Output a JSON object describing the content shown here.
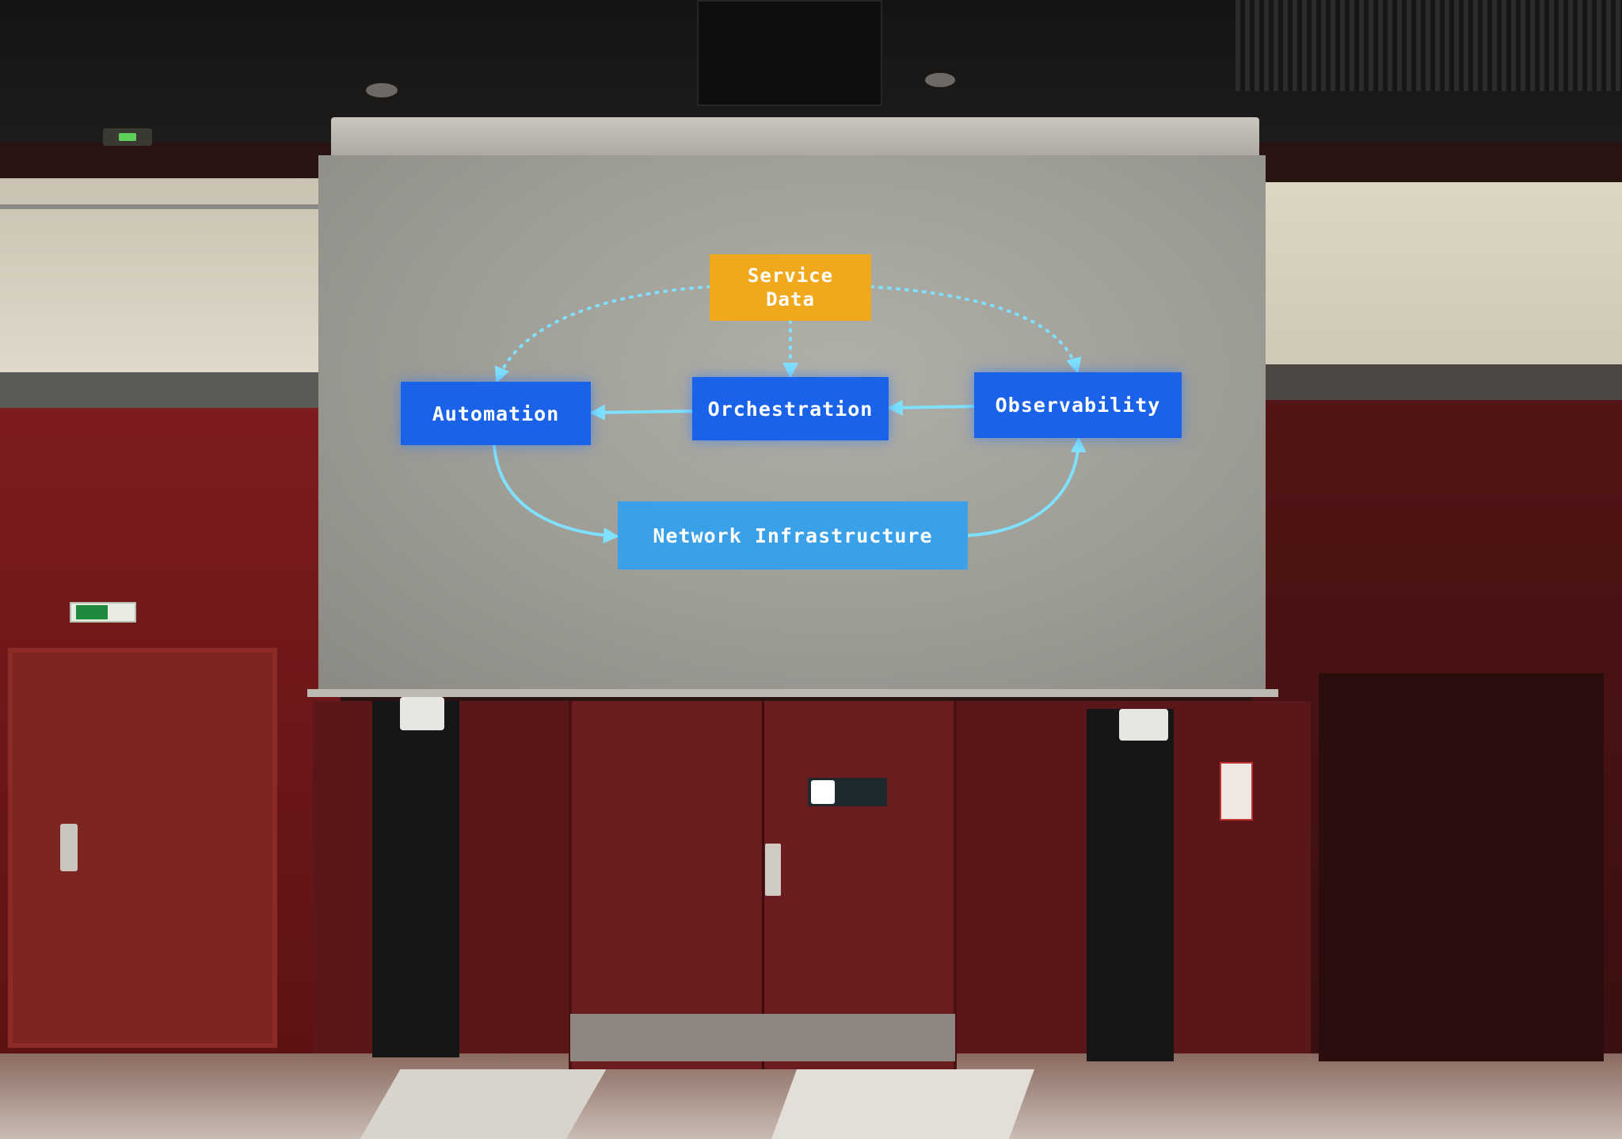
{
  "diagram": {
    "nodes": {
      "service_data": {
        "line1": "Service",
        "line2": "Data"
      },
      "automation": "Automation",
      "orchestration": "Orchestration",
      "observability": "Observability",
      "network_infrastructure": "Network Infrastructure"
    },
    "edges": [
      {
        "from": "service_data",
        "to": "automation",
        "style": "dotted"
      },
      {
        "from": "service_data",
        "to": "orchestration",
        "style": "dotted"
      },
      {
        "from": "service_data",
        "to": "observability",
        "style": "dotted"
      },
      {
        "from": "orchestration",
        "to": "automation",
        "style": "solid"
      },
      {
        "from": "observability",
        "to": "orchestration",
        "style": "solid"
      },
      {
        "from": "automation",
        "to": "network_infrastructure",
        "style": "solid"
      },
      {
        "from": "network_infrastructure",
        "to": "observability",
        "style": "solid"
      }
    ],
    "colors": {
      "service_data_box": "#f0a81c",
      "blue_box": "#1a63e8",
      "network_box": "#3aa0e8",
      "arrow": "#7fe0ff"
    }
  },
  "room": {
    "colors": {
      "wall": "#6a1a1c",
      "screen": "#a3a29b",
      "floor": "#c9bdb4"
    }
  }
}
